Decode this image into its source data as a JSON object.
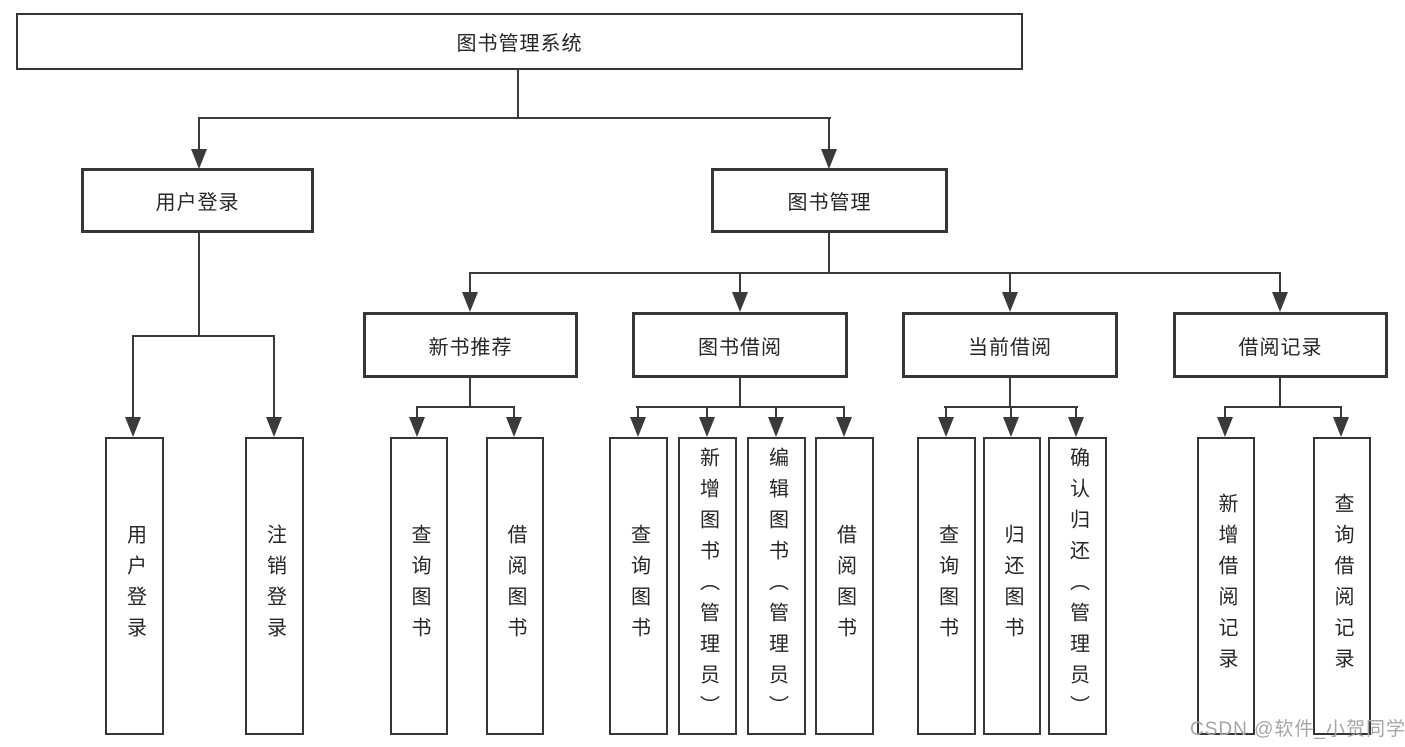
{
  "diagram_title": "图书管理系统",
  "nodes": {
    "root": {
      "label": "图书管理系统"
    },
    "user_login": {
      "label": "用户登录"
    },
    "book_mgmt": {
      "label": "图书管理"
    },
    "new_book_rec": {
      "label": "新书推荐"
    },
    "book_borrow": {
      "label": "图书借阅"
    },
    "current_borrow": {
      "label": "当前借阅"
    },
    "borrow_records": {
      "label": "借阅记录"
    },
    "leaves": {
      "user_login": {
        "label": "用户登录"
      },
      "logout": {
        "label": "注销登录"
      },
      "nbr_query": {
        "label": "查询图书"
      },
      "nbr_borrow": {
        "label": "借阅图书"
      },
      "bb_query": {
        "label": "查询图书"
      },
      "bb_add": {
        "label": "新增图书（管理员）"
      },
      "bb_edit": {
        "label": "编辑图书（管理员）"
      },
      "bb_borrow": {
        "label": "借阅图书"
      },
      "cb_query": {
        "label": "查询图书"
      },
      "cb_return": {
        "label": "归还图书"
      },
      "cb_confirm": {
        "label": "确认归还（管理员）"
      },
      "br_add": {
        "label": "新增借阅记录"
      },
      "br_query": {
        "label": "查询借阅记录"
      }
    }
  },
  "structure": {
    "图书管理系统": [
      "用户登录",
      "图书管理"
    ],
    "用户登录": [
      "用户登录",
      "注销登录"
    ],
    "图书管理": [
      "新书推荐",
      "图书借阅",
      "当前借阅",
      "借阅记录"
    ],
    "新书推荐": [
      "查询图书",
      "借阅图书"
    ],
    "图书借阅": [
      "查询图书",
      "新增图书（管理员）",
      "编辑图书（管理员）",
      "借阅图书"
    ],
    "当前借阅": [
      "查询图书",
      "归还图书",
      "确认归还（管理员）"
    ],
    "借阅记录": [
      "新增借阅记录",
      "查询借阅记录"
    ]
  },
  "watermark": {
    "text": "CSDN @软件_小贺同学"
  },
  "colors": {
    "line": "#3a3a3a",
    "border": "#363636",
    "text": "#262626",
    "watermark": "#a6a6a6",
    "background": "#ffffff"
  }
}
